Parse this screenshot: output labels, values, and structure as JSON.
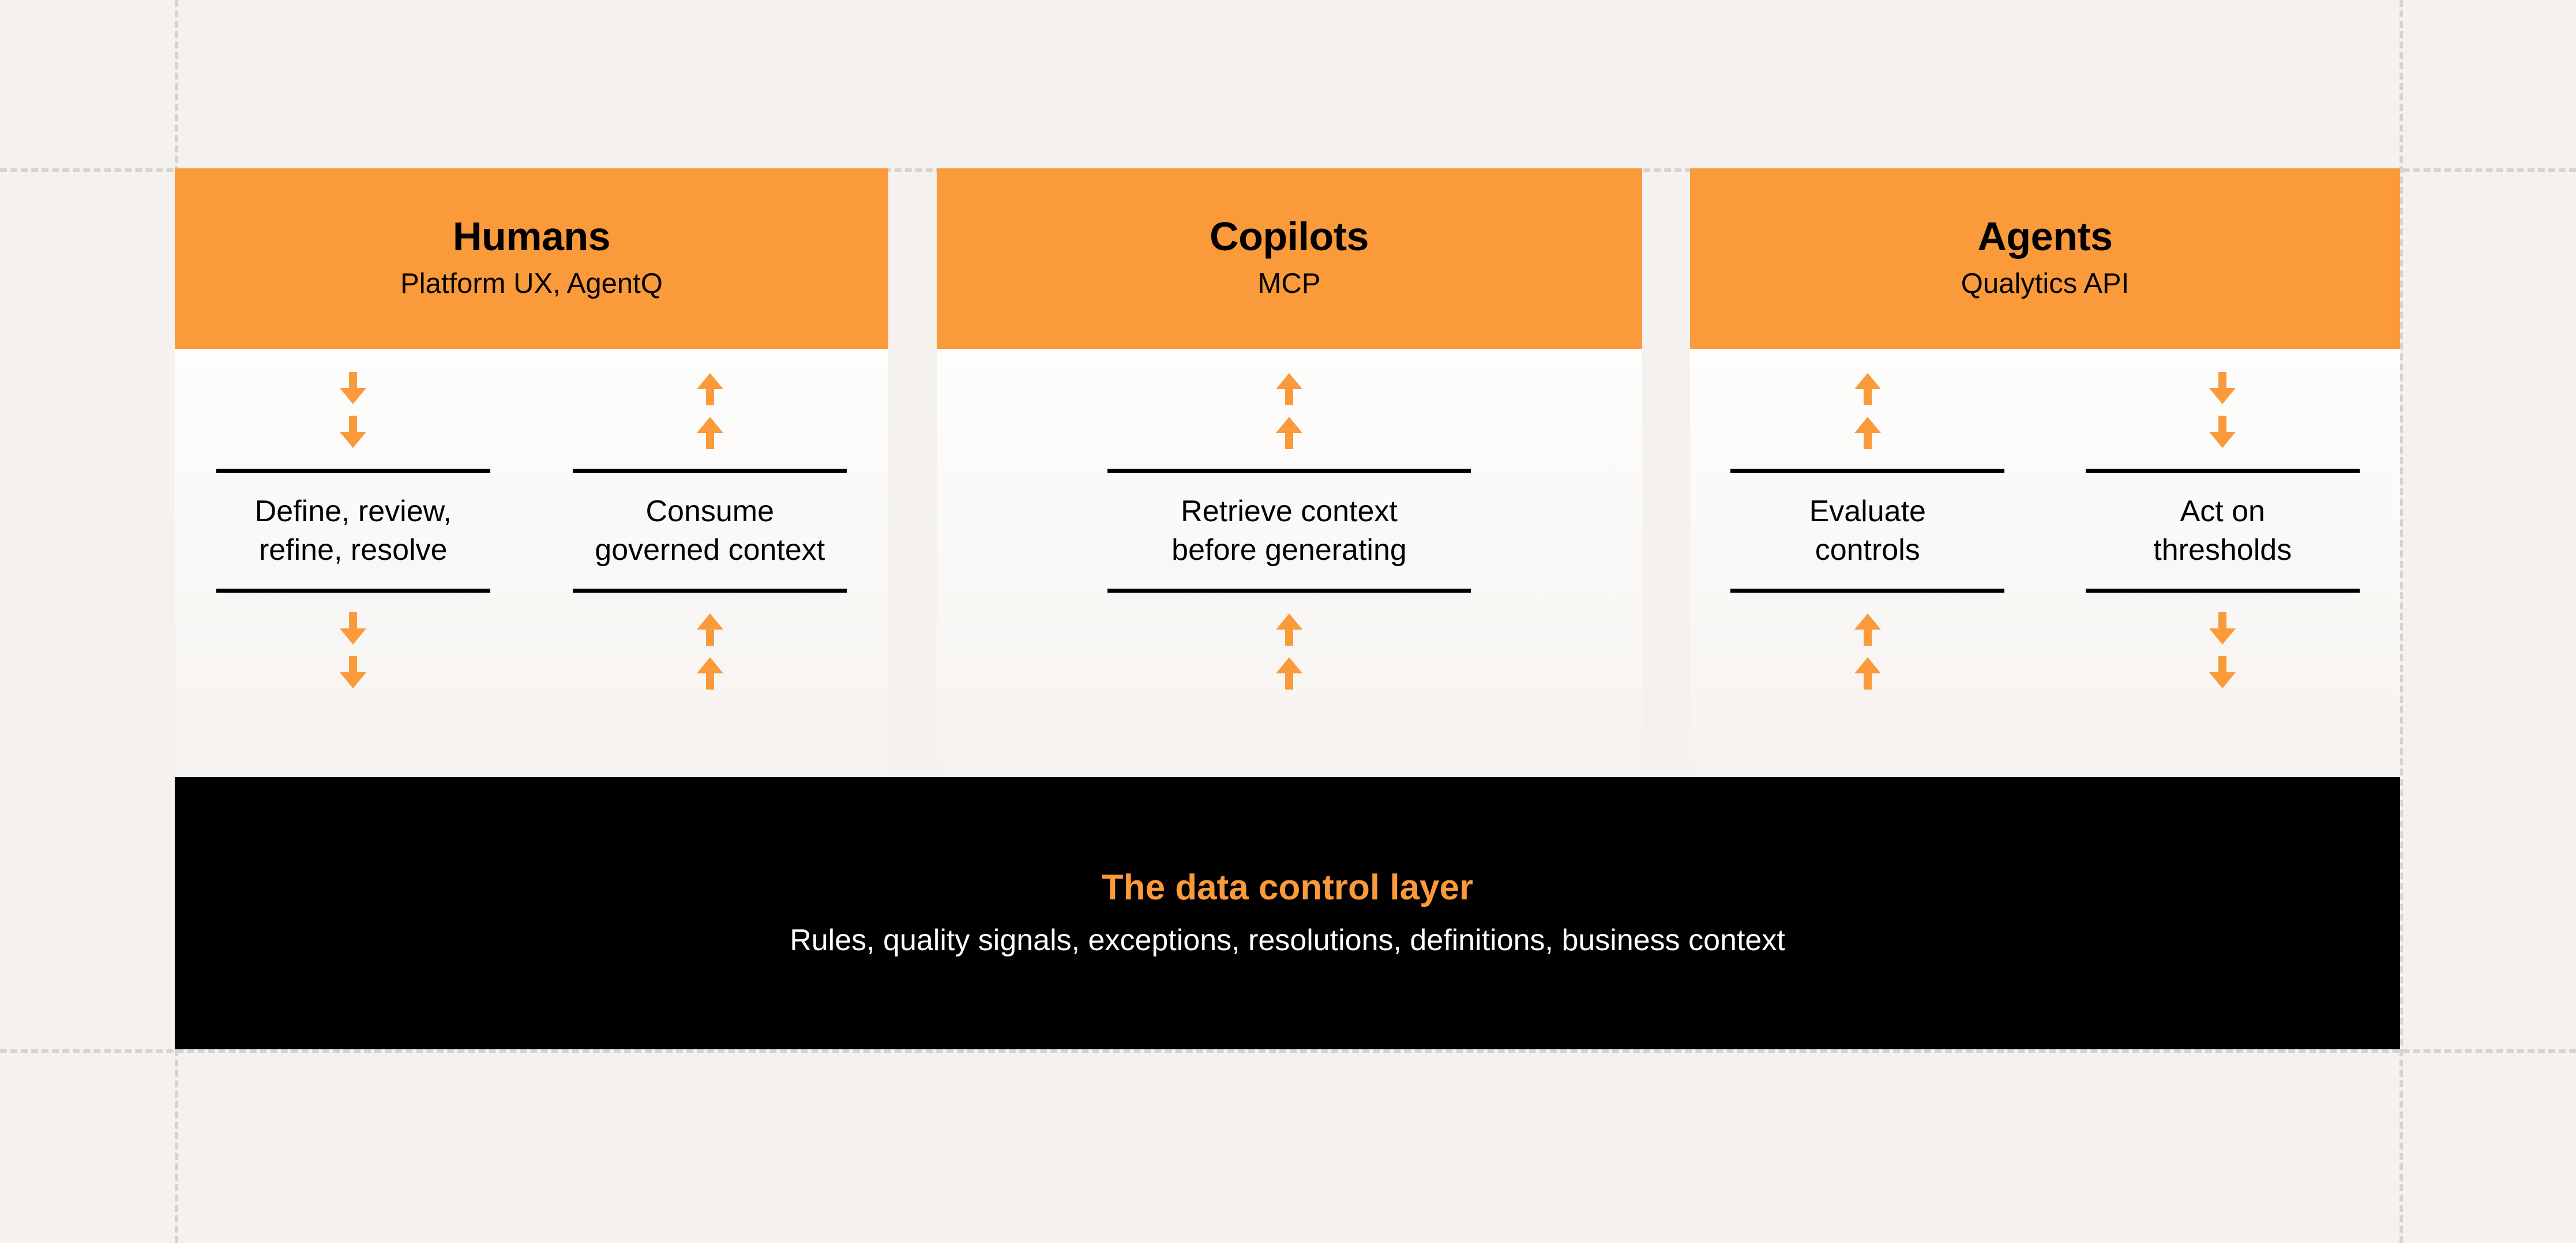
{
  "colors": {
    "background": "#F5F1EE",
    "grid_line": "#D5D3D1",
    "accent_orange": "#FA9A3A",
    "control_bar_bg": "#000000",
    "rule": "#000000",
    "text_on_dark": "#FFFFFF"
  },
  "cards": [
    {
      "id": "humans",
      "title": "Humans",
      "subtitle": "Platform UX, AgentQ",
      "columns": [
        {
          "id": "define-review-refine-resolve",
          "text": "Define, review,\nrefine, resolve",
          "arrow_direction": "down",
          "arrows_above": 2,
          "arrows_below": 2
        },
        {
          "id": "consume-governed-context",
          "text": "Consume\ngoverned context",
          "arrow_direction": "up",
          "arrows_above": 2,
          "arrows_below": 2
        }
      ]
    },
    {
      "id": "copilots",
      "title": "Copilots",
      "subtitle": "MCP",
      "columns": [
        {
          "id": "retrieve-context-before-generating",
          "text": "Retrieve context\nbefore generating",
          "arrow_direction": "up",
          "arrows_above": 2,
          "arrows_below": 2
        }
      ]
    },
    {
      "id": "agents",
      "title": "Agents",
      "subtitle": "Qualytics API",
      "columns": [
        {
          "id": "evaluate-controls",
          "text": "Evaluate\ncontrols",
          "arrow_direction": "up",
          "arrows_above": 2,
          "arrows_below": 2
        },
        {
          "id": "act-on-thresholds",
          "text": "Act on\nthresholds",
          "arrow_direction": "down",
          "arrows_above": 2,
          "arrows_below": 2
        }
      ]
    }
  ],
  "control_layer": {
    "title": "The data control layer",
    "subtitle": "Rules, quality signals, exceptions, resolutions, definitions, business context"
  },
  "icons": {
    "arrow_up": "arrow-up-icon",
    "arrow_down": "arrow-down-icon"
  }
}
